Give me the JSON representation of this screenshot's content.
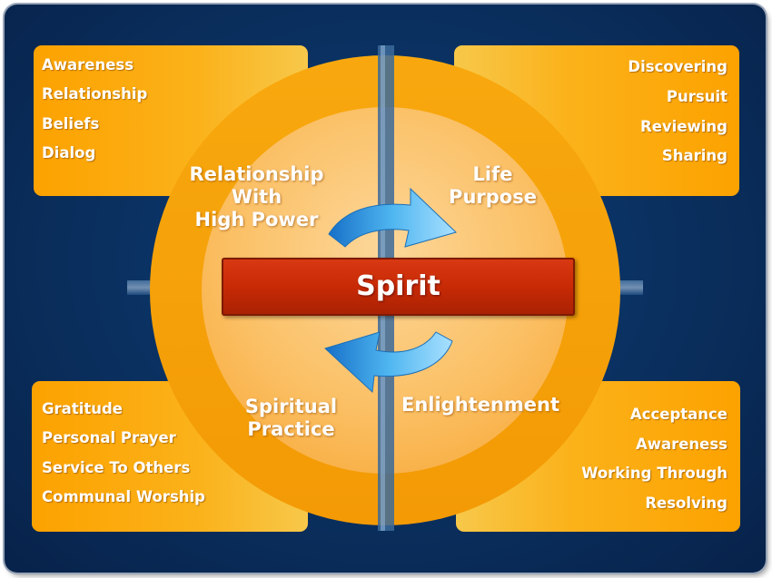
{
  "center": {
    "label": "Spirit"
  },
  "quadrants": {
    "top_left": {
      "title_lines": [
        "Relationship",
        "With",
        "High Power"
      ],
      "items": [
        "Awareness",
        "Relationship",
        "Beliefs",
        "Dialog"
      ]
    },
    "top_right": {
      "title_lines": [
        "Life",
        "Purpose"
      ],
      "items": [
        "Discovering",
        "Pursuit",
        "Reviewing",
        "Sharing"
      ]
    },
    "bottom_left": {
      "title_lines": [
        "Spiritual",
        "Practice"
      ],
      "items": [
        "Gratitude",
        "Personal Prayer",
        "Service To Others",
        "Communal Worship"
      ]
    },
    "bottom_right": {
      "title_lines": [
        "Enlightenment"
      ],
      "items": [
        "Acceptance",
        "Awareness",
        "Working Through",
        "Resolving"
      ]
    }
  },
  "colors": {
    "background": "#0a2e5c",
    "box_orange": "#fca200",
    "ring_orange": "#f9a312",
    "inner_circle": "#fbbd52",
    "center_bar": "#c82a05",
    "arrow_blue": "#2a9be0"
  }
}
